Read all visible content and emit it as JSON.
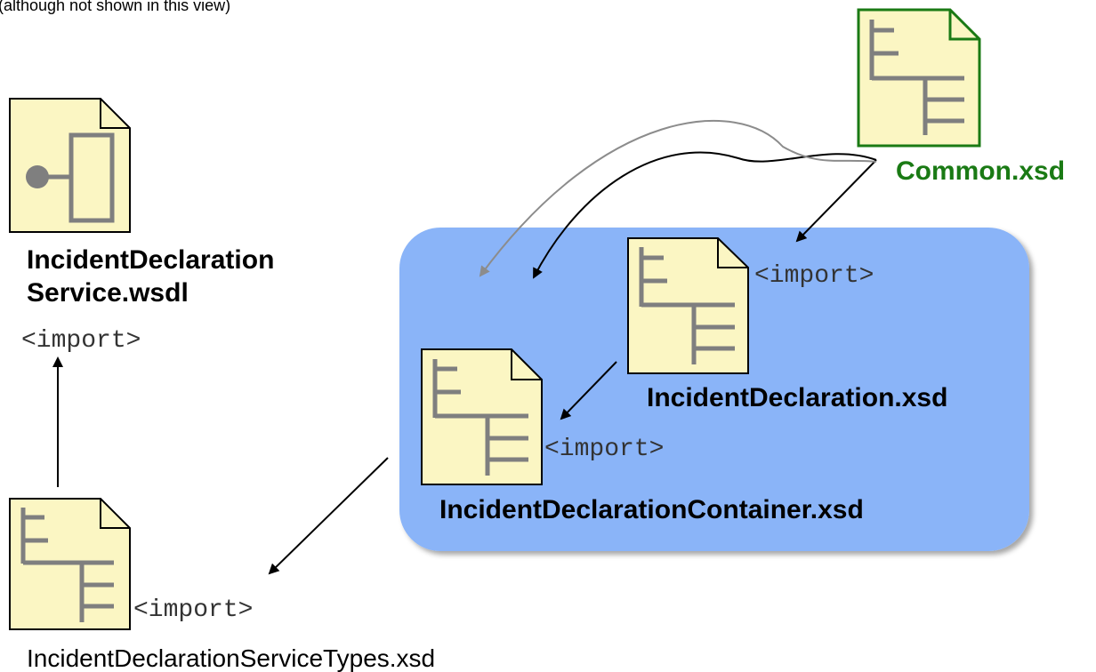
{
  "top_note": "(although not shown in this view)",
  "wsdl": {
    "name_line1": "IncidentDeclaration",
    "name_line2": "Service.wsdl",
    "import": "<import>"
  },
  "service_types": {
    "name": "IncidentDeclarationServiceTypes.xsd",
    "import": "<import>"
  },
  "common": {
    "name": "Common.xsd"
  },
  "incident_declaration": {
    "name": "IncidentDeclaration.xsd",
    "import": "<import>"
  },
  "container": {
    "name": "IncidentDeclarationContainer.xsd",
    "import": "<import>"
  },
  "colors": {
    "doc_fill": "#fbf6c3",
    "doc_stroke": "#000000",
    "tree_lines": "#7f7f7f",
    "common_border": "#1a7a14",
    "group_fill": "#8ab4f8",
    "gray_arrow": "#8c8c8c"
  },
  "icons": [
    "wsdl-document-icon",
    "xsd-document-icon"
  ]
}
